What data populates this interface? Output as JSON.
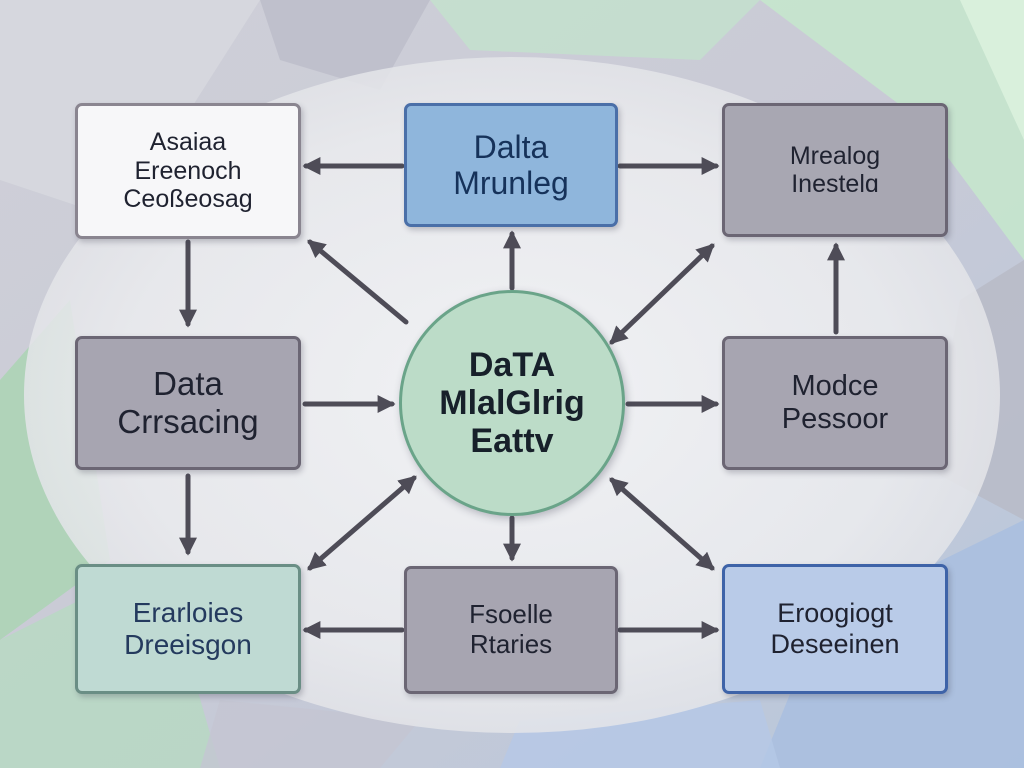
{
  "colors": {
    "arrow": "#4e4c57",
    "center_fill": "#bcdcc8",
    "accent_blue": "#8fb6dc",
    "accent_green": "#bfdad3",
    "neutral_gray": "#a7a5b1"
  },
  "center": {
    "lines": [
      "DaTA",
      "MlalGlrig",
      "Eattv"
    ]
  },
  "nodes": {
    "top_left": {
      "lines": [
        "Asaiaa",
        "Ereenoch",
        "Ceoßeosag"
      ]
    },
    "top_center": {
      "lines": [
        "Dalta",
        "Mrunleg"
      ]
    },
    "top_right": {
      "lines": [
        "Mrealog",
        "Inestelɑ"
      ]
    },
    "middle_left": {
      "lines": [
        "Data",
        "Crrsacing"
      ]
    },
    "middle_right": {
      "lines": [
        "Modce",
        "Pessoor"
      ]
    },
    "bottom_left": {
      "lines": [
        "Erarloies",
        "Dreeisgon"
      ]
    },
    "bottom_center": {
      "lines": [
        "Fsoelle",
        "Rtaries"
      ]
    },
    "bottom_right": {
      "lines": [
        "Eroogiogt",
        "Deseeinen"
      ]
    }
  }
}
